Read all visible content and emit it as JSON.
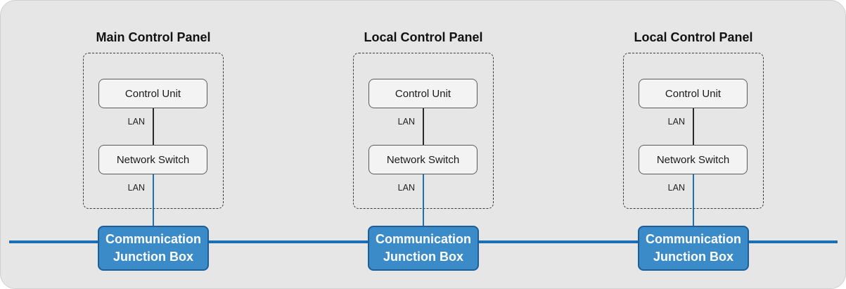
{
  "colors": {
    "background": "#e6e6e6",
    "bus": "#1c6fb5",
    "junction_box_fill": "#3b8bc8",
    "node_fill": "#f3f3f3"
  },
  "panels": [
    {
      "title": "Main Control Panel",
      "control_unit": "Control Unit",
      "network_switch": "Network Switch",
      "link_upper_label": "LAN",
      "link_lower_label": "LAN",
      "junction_box": {
        "line1": "Communication",
        "line2": "Junction Box"
      }
    },
    {
      "title": "Local Control Panel",
      "control_unit": "Control Unit",
      "network_switch": "Network Switch",
      "link_upper_label": "LAN",
      "link_lower_label": "LAN",
      "junction_box": {
        "line1": "Communication",
        "line2": "Junction Box"
      }
    },
    {
      "title": "Local Control Panel",
      "control_unit": "Control Unit",
      "network_switch": "Network Switch",
      "link_upper_label": "LAN",
      "link_lower_label": "LAN",
      "junction_box": {
        "line1": "Communication",
        "line2": "Junction Box"
      }
    }
  ]
}
